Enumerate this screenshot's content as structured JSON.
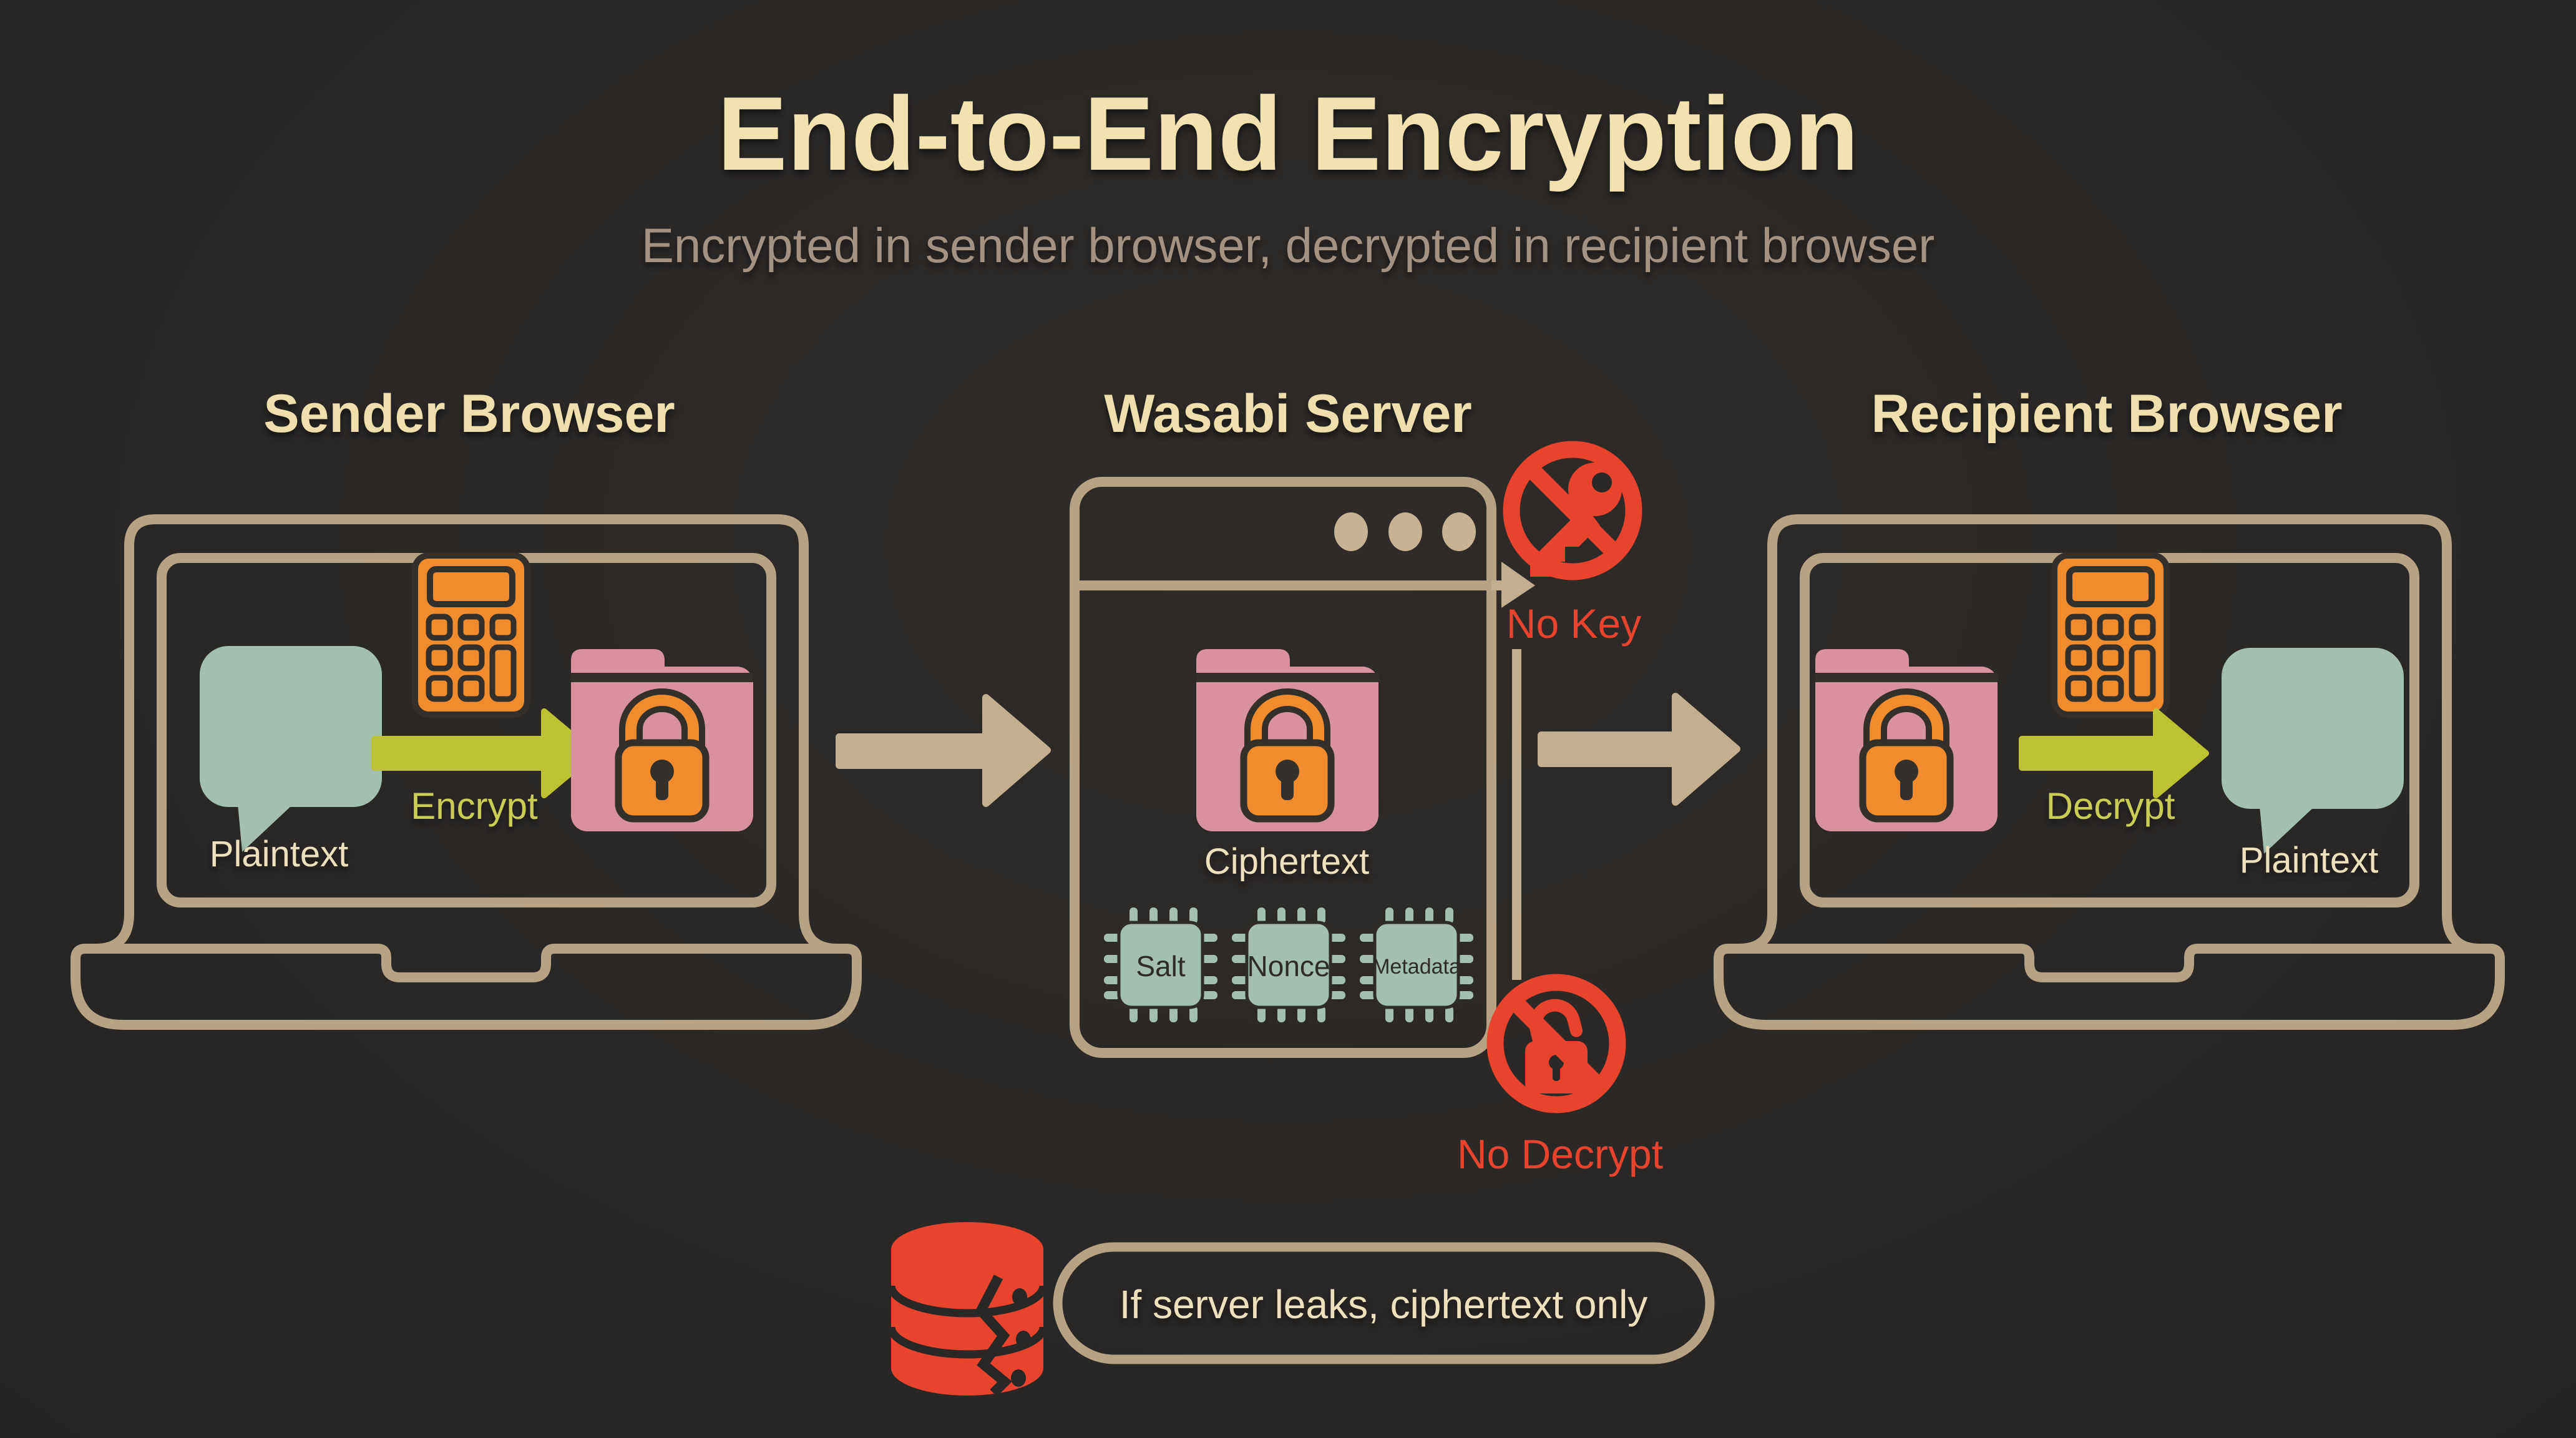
{
  "title": "End-to-End Encryption",
  "subtitle": "Encrypted in sender browser, decrypted in recipient browser",
  "sections": {
    "sender": {
      "title": "Sender Browser",
      "message_label": "Plaintext",
      "action_label": "Encrypt"
    },
    "server": {
      "title": "Wasabi Server",
      "payload_label": "Ciphertext",
      "chips": [
        "Salt",
        "Nonce",
        "Metadata"
      ],
      "no_key_label": "No Key",
      "no_decrypt_label": "No Decrypt"
    },
    "recipient": {
      "title": "Recipient Browser",
      "action_label": "Decrypt",
      "message_label": "Plaintext"
    }
  },
  "footer": {
    "note": "If server leaks, ciphertext only"
  },
  "icons": [
    "laptop-icon",
    "browser-window-icon",
    "speech-bubble-icon",
    "calculator-icon",
    "locked-folder-icon",
    "padlock-icon",
    "chip-icon",
    "no-key-icon",
    "no-decrypt-icon",
    "cracked-database-icon",
    "arrow-right-icon",
    "window-dots-icon"
  ],
  "colors": {
    "background": "#2b2927",
    "line_tan": "#b7a284",
    "fill_tan": "#c3af8f",
    "title_cream": "#f3e2af",
    "label_cream": "#ece0bd",
    "subtitle_muted": "#a39181",
    "olive_arrow": "#bdc233",
    "olive_text": "#c9cd55",
    "orange": "#f08c2d",
    "pink_folder": "#d9909f",
    "sage": "#a3bfb1",
    "red": "#e8432c",
    "icon_outline_dark": "#33302b",
    "chip_text": "#2f2c28"
  }
}
